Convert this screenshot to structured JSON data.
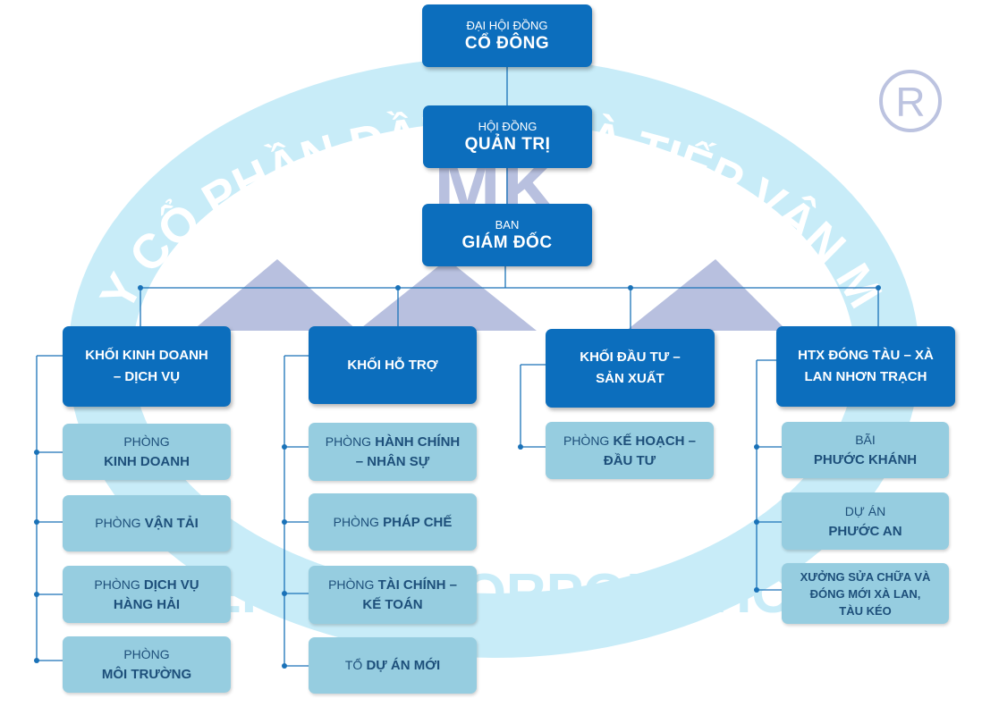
{
  "watermark": {
    "arc_text": "CÔNG TY CỔ PHẦN ĐẦU TƯ VÀ TIẾP VẬN MÊ KÔNG",
    "bottom_text": "MEKONG CORPORATION",
    "logo_text": "MK",
    "registered_mark": "®"
  },
  "top": [
    {
      "small": "ĐẠI HỘI ĐỒNG",
      "large": "CỔ ĐÔNG"
    },
    {
      "small": "HỘI ĐỒNG",
      "large": "QUẢN TRỊ"
    },
    {
      "small": "BAN",
      "large": "GIÁM ĐỐC"
    }
  ],
  "blocks": [
    {
      "line1": "KHỐI KINH DOANH",
      "line2": "– DỊCH VỤ"
    },
    {
      "line1": "KHỐI HỖ TRỢ",
      "line2": ""
    },
    {
      "line1": "KHỐI ĐẦU TƯ –",
      "line2": "SẢN XUẤT"
    },
    {
      "line1": "HTX ĐÓNG TÀU – XÀ",
      "line2": "LAN NHƠN TRẠCH"
    }
  ],
  "departments": {
    "business": [
      {
        "pre": "PHÒNG",
        "bold": "KINH DOANH"
      },
      {
        "pre": "PHÒNG",
        "bold": "VẬN TẢI"
      },
      {
        "pre": "PHÒNG",
        "bold": "DỊCH VỤ",
        "bold2": "HÀNG HẢI"
      },
      {
        "pre": "PHÒNG",
        "bold": "MÔI TRƯỜNG"
      }
    ],
    "support": [
      {
        "pre": "PHÒNG",
        "bold": "HÀNH CHÍNH",
        "bold2": "– NHÂN SỰ"
      },
      {
        "pre": "PHÒNG",
        "bold": "PHÁP CHẾ"
      },
      {
        "pre": "PHÒNG",
        "bold": "TÀI CHÍNH –",
        "bold2": "KẾ TOÁN"
      },
      {
        "pre": "TỔ",
        "bold": "DỰ ÁN MỚI"
      }
    ],
    "investment": [
      {
        "pre": "PHÒNG",
        "bold": "KẾ HOẠCH –",
        "bold2": "ĐẦU TƯ"
      }
    ],
    "htx": [
      {
        "pre": "BÃI",
        "bold": "PHƯỚC KHÁNH"
      },
      {
        "pre": "DỰ ÁN",
        "bold": "PHƯỚC AN"
      },
      {
        "line1": "XƯỞNG SỬA CHỮA VÀ",
        "line2": "ĐÓNG MỚI XÀ LAN,",
        "line3": "TÀU KÉO"
      }
    ]
  },
  "colors": {
    "dark_box": "#0c6ebd",
    "light_box": "#96cde0",
    "light_text": "#1d4f7a",
    "connector": "#1a72b8",
    "watermark": "#c8ecf8",
    "logo": "#b8c0df"
  }
}
